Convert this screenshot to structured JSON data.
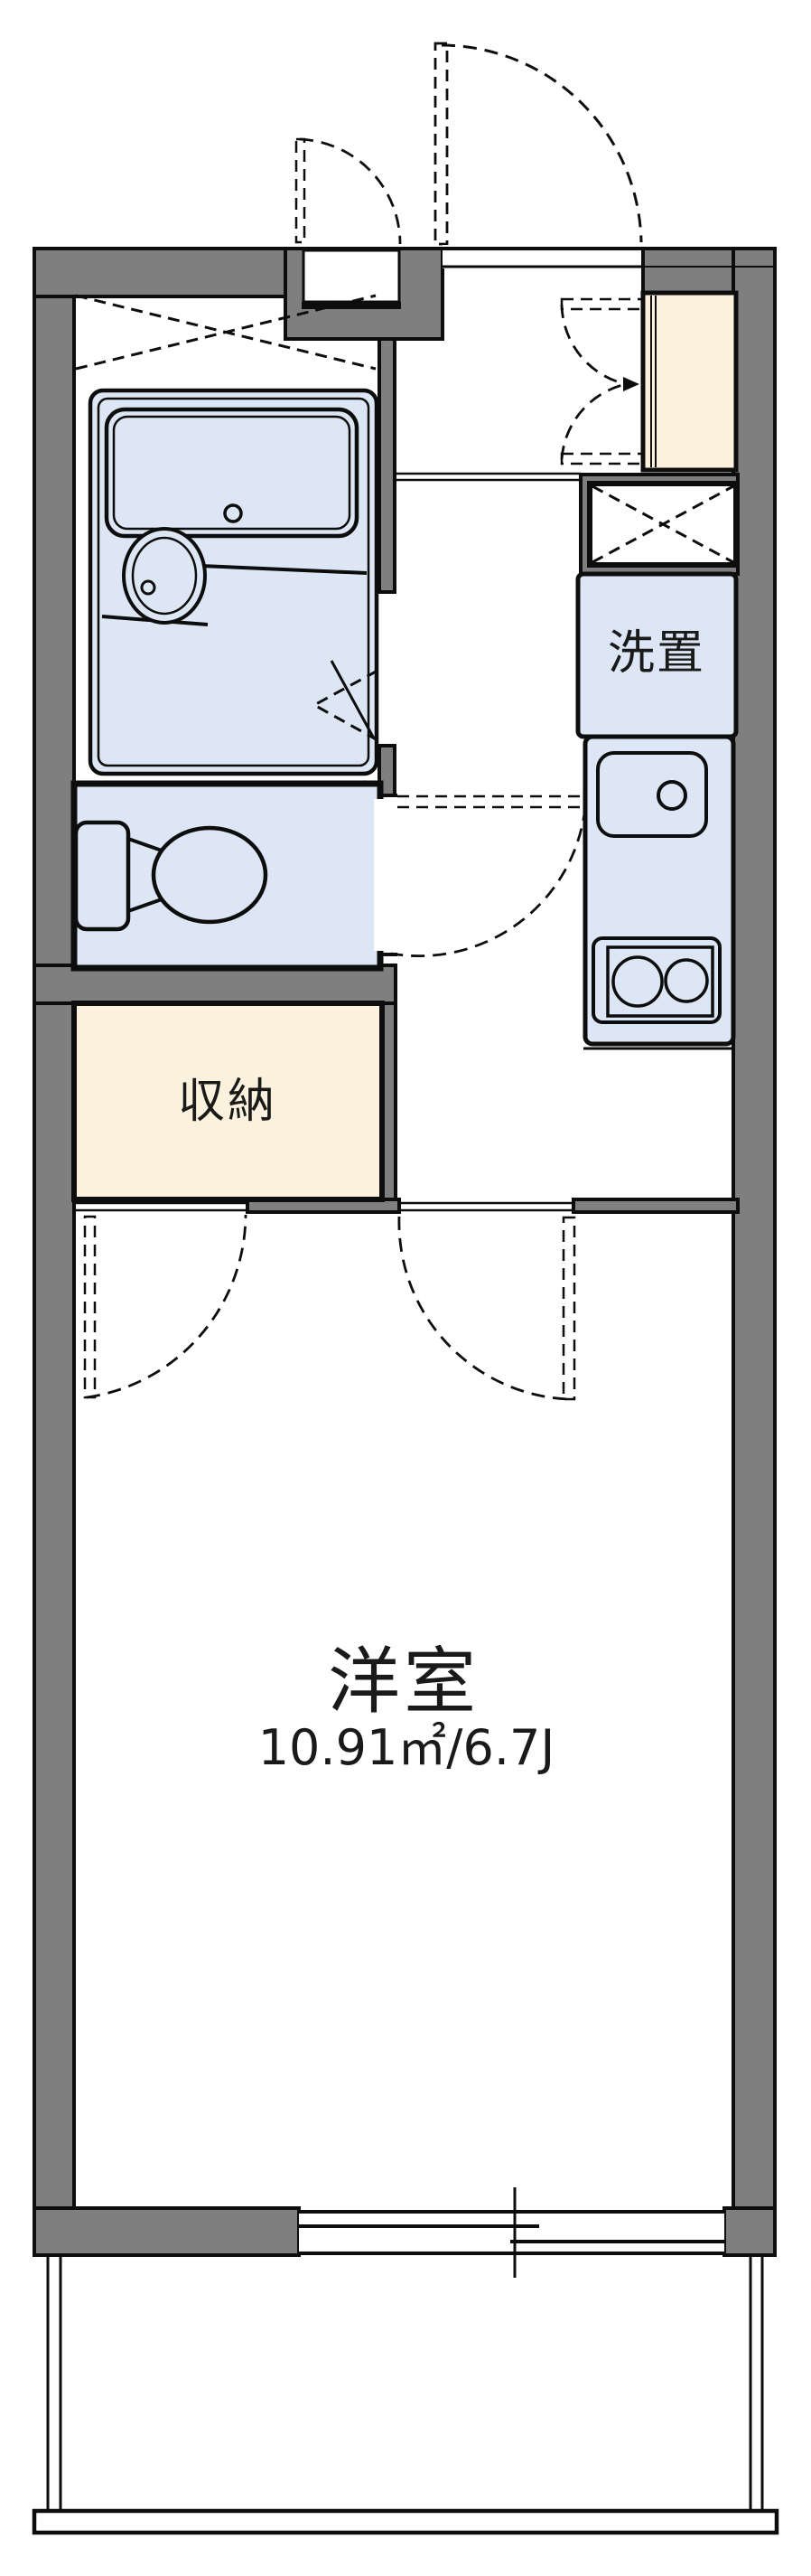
{
  "plan": {
    "title": "apartment-floor-plan",
    "labels": {
      "laundry": "洗置",
      "storage": "収納",
      "main_room": "洋室",
      "main_room_size": "10.91㎡/6.7J"
    },
    "colors": {
      "wall": "#7f7f7f",
      "line": "#0d0d0d",
      "room_blue": "#dde6f4",
      "room_cream": "#fbf1dc",
      "background": "#ffffff"
    }
  }
}
